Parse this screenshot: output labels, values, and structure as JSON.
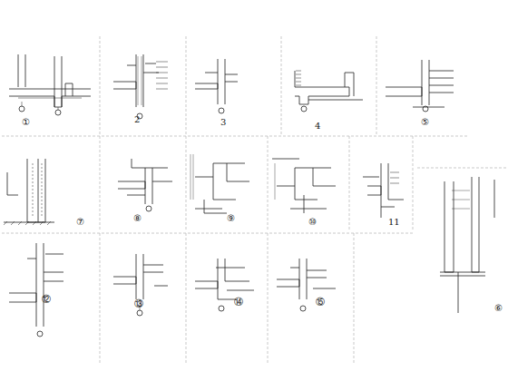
{
  "diagram": {
    "labels": [
      "①",
      "2",
      "3",
      "4",
      "⑤",
      "⑦",
      "⑧",
      "⑨",
      "⑩",
      "11",
      "⑥",
      "⑫",
      "⑬",
      "⑭",
      "⑮"
    ]
  }
}
